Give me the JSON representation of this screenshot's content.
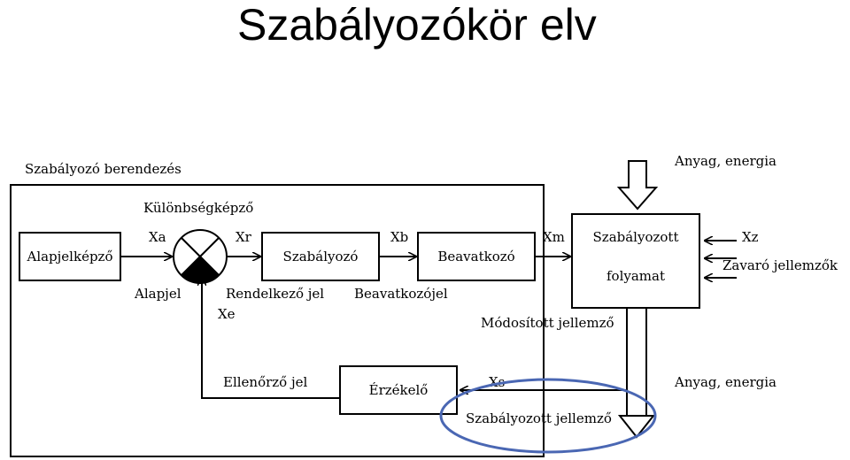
{
  "title": "Szabályozókör elv",
  "labels": {
    "device": "Szabályozó berendezés",
    "diff": "Különbségképző",
    "alapjelkepzo": "Alapjelképző",
    "szabalyozo": "Szabályozó",
    "beavatkozo": "Beavatkozó",
    "process_line1": "Szabályozott",
    "process_line2": "folyamat",
    "erzekelo": "Érzékelő",
    "xa": "Xa",
    "xr": "Xr",
    "xb": "Xb",
    "xm": "Xm",
    "xz": "Xz",
    "xe": "Xe",
    "xs": "Xs",
    "alapjel": "Alapjel",
    "rendelkezo": "Rendelkező jel",
    "beavatkozojel": "Beavatkozójel",
    "anyag_top": "Anyag, energia",
    "zavaro": "Zavaró jellemzők",
    "modositott": "Módosított jellemző",
    "ellenorzo": "Ellenőrző jel",
    "anyag_bottom": "Anyag, energia",
    "szabalyozott_jellemzo": "Szabályozott jellemző"
  },
  "colors": {
    "line": "#000000",
    "highlight": "#4a67b3"
  }
}
